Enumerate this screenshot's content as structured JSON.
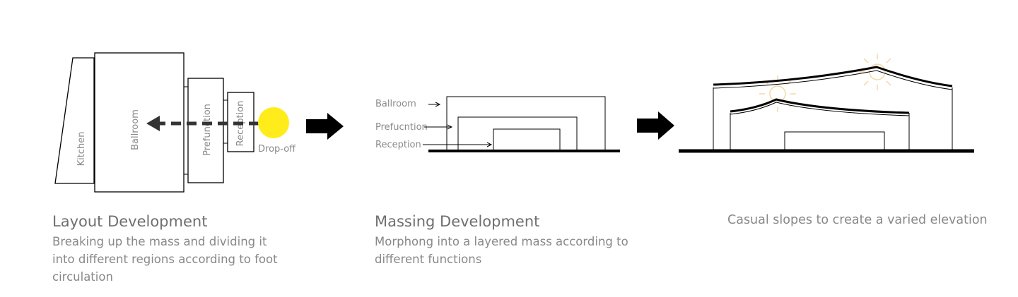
{
  "layout_panel": {
    "labels": {
      "kitchen": "Kitchen",
      "ballroom": "Ballroom",
      "prefunction": "Prefunction",
      "reception": "Reception",
      "dropoff": "Drop-off"
    },
    "heading": "Layout Development",
    "description": "Breaking up the mass and dividing it into different regions according to foot circulation"
  },
  "massing_panel": {
    "labels": {
      "ballroom": "Ballroom",
      "prefunction": "Prefucntion",
      "reception": "Reception"
    },
    "heading": "Massing Development",
    "description": "Morphong into a layered mass according to different functions"
  },
  "elevation_panel": {
    "description": "Casual slopes to create a varied elevation"
  },
  "colors": {
    "line": "#000000",
    "dropoff_circle": "#ffec1a",
    "sun": "#f3d9a4",
    "text": "#8a8a8a",
    "path_arrow": "#333333"
  },
  "icons": [
    "circulation-arrow-icon",
    "process-arrow-icon",
    "sun-icon"
  ]
}
